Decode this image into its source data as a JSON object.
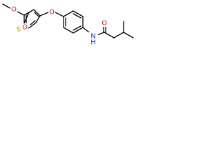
{
  "molecule": {
    "atoms": {
      "ester_o1": "O",
      "ester_o2": "O",
      "thiophene_s": "S",
      "ether_o": "O",
      "amide_n": "N",
      "amide_h": "H",
      "amide_o": "O"
    },
    "colors": {
      "bond": "#000000",
      "oxygen": "#c81e1e",
      "sulfur": "#c8a000",
      "nitrogen": "#1e3cc8",
      "background": "#ffffff"
    }
  }
}
